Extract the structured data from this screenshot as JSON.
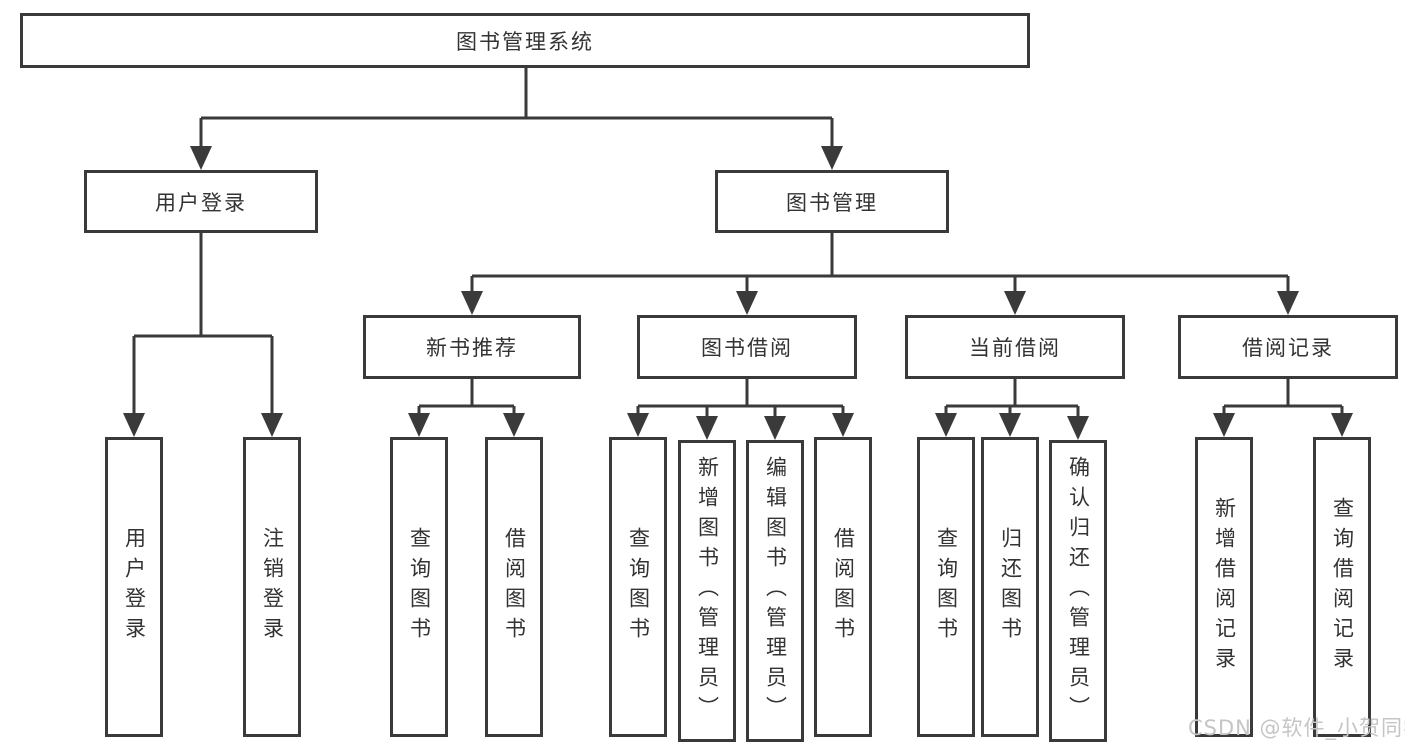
{
  "title": "图书管理系统",
  "tree": {
    "label": "图书管理系统",
    "children": [
      {
        "label": "用户登录",
        "children": [
          {
            "label": "用户登录"
          },
          {
            "label": "注销登录"
          }
        ]
      },
      {
        "label": "图书管理",
        "children": [
          {
            "label": "新书推荐",
            "children": [
              {
                "label": "查询图书"
              },
              {
                "label": "借阅图书"
              }
            ]
          },
          {
            "label": "图书借阅",
            "children": [
              {
                "label": "查询图书"
              },
              {
                "label": "新增图书（管理员）"
              },
              {
                "label": "编辑图书（管理员）"
              },
              {
                "label": "借阅图书"
              }
            ]
          },
          {
            "label": "当前借阅",
            "children": [
              {
                "label": "查询图书"
              },
              {
                "label": "归还图书"
              },
              {
                "label": "确认归还（管理员）"
              }
            ]
          },
          {
            "label": "借阅记录",
            "children": [
              {
                "label": "新增借阅记录"
              },
              {
                "label": "查询借阅记录"
              }
            ]
          }
        ]
      }
    ]
  },
  "watermark": "CSDN @软件_小贺同学",
  "colors": {
    "line": "#3a3a3a",
    "box_border": "#3a3a3a",
    "box_bg": "#ffffff",
    "text": "#333333",
    "watermark": "#c5c5c5"
  }
}
